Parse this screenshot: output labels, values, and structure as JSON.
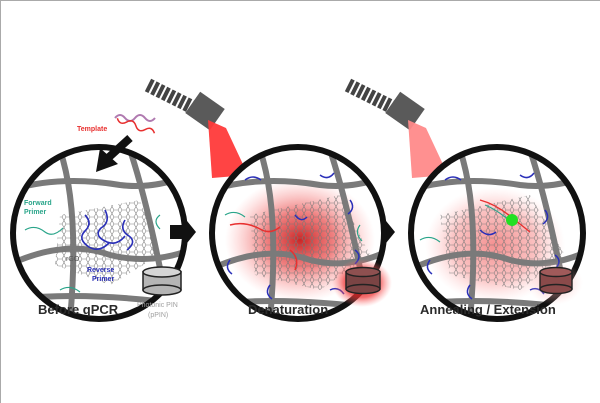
{
  "figure": {
    "panels": [
      {
        "title": "Before qPCR"
      },
      {
        "title": "Denaturation"
      },
      {
        "title": "Annealing / Extension"
      }
    ],
    "annotations": {
      "template": "Template",
      "forward_primer": "Forward\nPrimer",
      "forward_primer_line1": "Forward",
      "forward_primer_line2": "Primer",
      "reverse_primer_line1": "Reverse",
      "reverse_primer_line2": "Primer",
      "rgo": "rGO",
      "ppin_line1": "Photonic PIN",
      "ppin_line2": "(pPIN)"
    },
    "colors": {
      "template": "#e8302f",
      "forward_primer": "#2aa58a",
      "reverse_primer": "#2a2fb8",
      "laser_red": "#ff3a3a",
      "laser_pink": "#ff8a8a",
      "fluorescent_dot": "#22e022",
      "fiber": "#505050",
      "network": "#7a7a7a"
    }
  }
}
